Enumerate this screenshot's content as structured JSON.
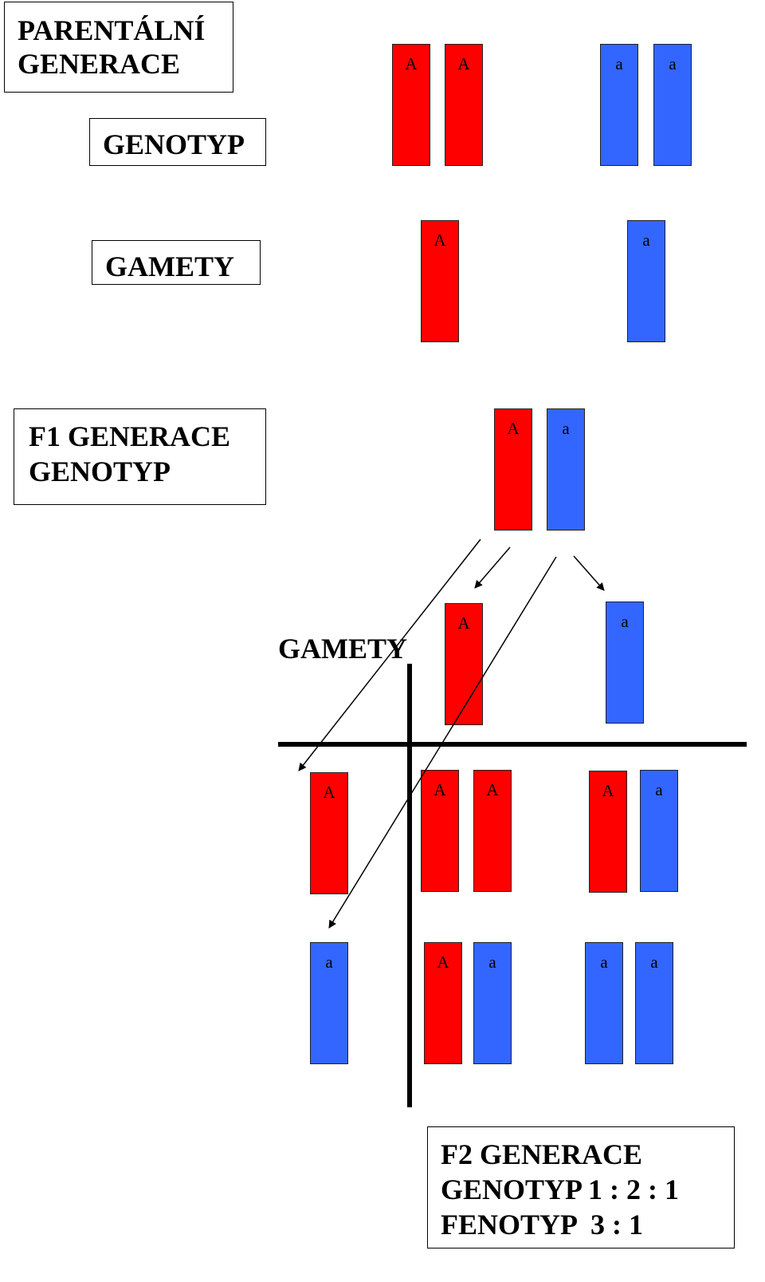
{
  "colors": {
    "dominant": "#ff0000",
    "recessive": "#3366ff"
  },
  "parental": {
    "title_line1": "PARENTÁLNÍ",
    "title_line2": "GENERACE"
  },
  "labels": {
    "genotyp": "GENOTYP",
    "gamety": "GAMETY",
    "gamety_f1": "GAMETY"
  },
  "f1": {
    "line1": "F1 GENERACE",
    "line2": "GENOTYP"
  },
  "f2": {
    "line1": "F2 GENERACE",
    "line2": "GENOTYP 1 : 2 : 1",
    "line3": "FENOTYP  3 : 1"
  },
  "chromosomes": {
    "parent1": [
      "A",
      "A"
    ],
    "parent2": [
      "a",
      "a"
    ],
    "gamete_parental": [
      "A",
      "a"
    ],
    "f1": [
      "A",
      "a"
    ],
    "f1_gametes_top": [
      "A",
      "a"
    ],
    "f1_gametes_side": [
      "A",
      "a"
    ],
    "punnett": {
      "AA": [
        "A",
        "A"
      ],
      "Aa_top": [
        "A",
        "a"
      ],
      "Aa_bottom": [
        "A",
        "a"
      ],
      "aa": [
        "a",
        "a"
      ]
    }
  }
}
